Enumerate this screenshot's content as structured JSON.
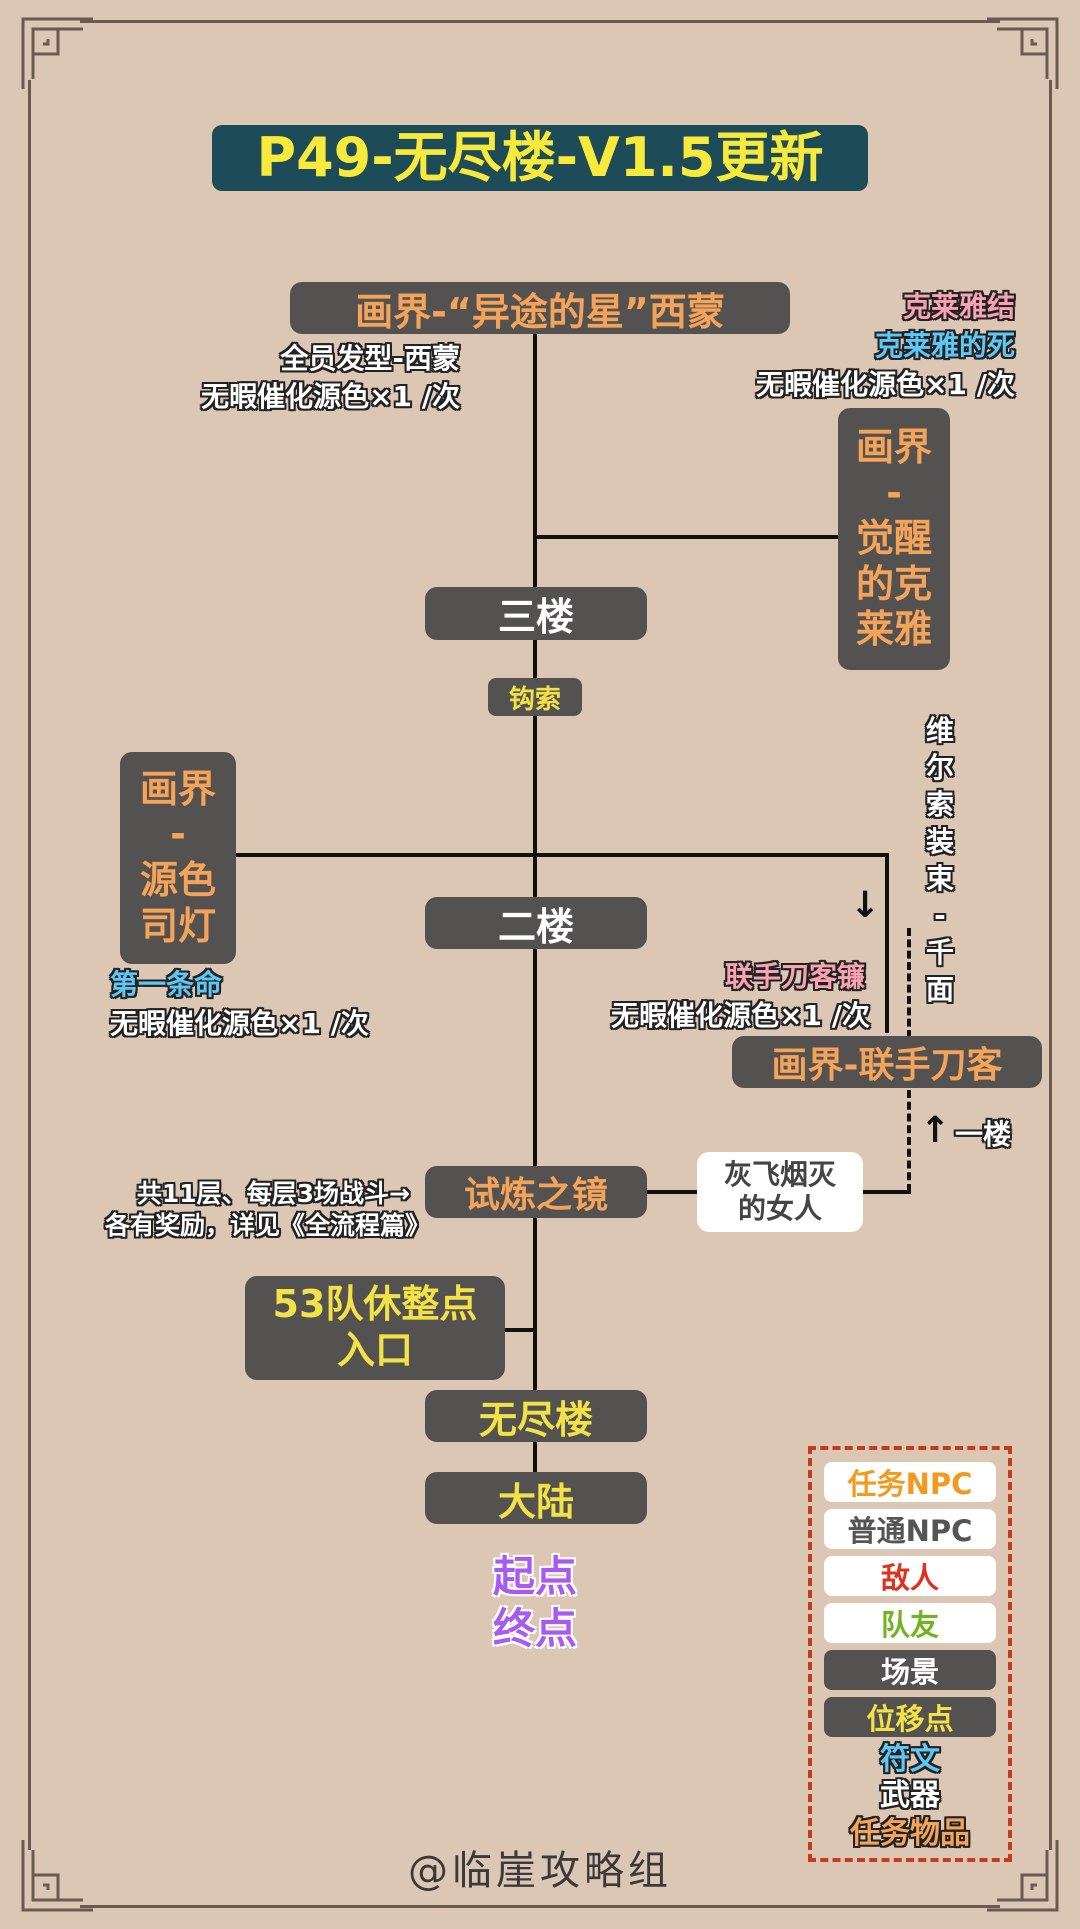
{
  "title": "P49-无尽楼-V1.5更新",
  "nodes": {
    "top_scene": "画界-“异途的星”西蒙",
    "right_scene": "画界\n-\n觉醒\n的克\n莱雅",
    "floor3": "三楼",
    "hook": "钩索",
    "left_scene": "画界\n-\n源色\n司灯",
    "floor2": "二楼",
    "vertical_label": "维\n尔\n索\n装\n束\n-\n千\n面",
    "allied_scene": "画界-联手刀客",
    "floor1": "一楼",
    "trial_mirror": "试炼之镜",
    "ash_woman": "灰飞烟灭\n的女人",
    "rest_point": "53队休整点\n入口",
    "endless_tower": "无尽楼",
    "continent": "大陆",
    "start_end": "起点\n终点"
  },
  "notes": {
    "top_left_1": "全员发型-西蒙",
    "top_left_2": "无暇催化源色×1 /次",
    "top_right_1": "克莱雅结",
    "top_right_2": "克莱雅的死",
    "top_right_3": "无暇催化源色×1 /次",
    "left_1": "第一条命",
    "left_2": "无暇催化源色×1 /次",
    "mid_right_1": "联手刀客镰",
    "mid_right_2": "无暇催化源色×1 /次",
    "trial_1": "共11层、每层3场战斗→",
    "trial_2": "各有奖励，详见《全流程篇》"
  },
  "arrows": {
    "down": "↓",
    "up": "↑"
  },
  "legend": [
    {
      "label": "任务NPC",
      "color": "#f39a1e",
      "bg": "#ffffff"
    },
    {
      "label": "普通NPC",
      "color": "#555555",
      "bg": "#ffffff"
    },
    {
      "label": "敌人",
      "color": "#e0301e",
      "bg": "#ffffff"
    },
    {
      "label": "队友",
      "color": "#72b321",
      "bg": "#ffffff"
    },
    {
      "label": "场景",
      "color": "#ffffff",
      "bg": "#545250"
    },
    {
      "label": "位移点",
      "color": "#f2e248",
      "bg": "#545250"
    },
    {
      "label": "符文",
      "color": "#5ec7f3",
      "bg": "transparent"
    },
    {
      "label": "武器",
      "color": "#ffffff",
      "bg": "transparent"
    },
    {
      "label": "任务物品",
      "color": "#f4a35a",
      "bg": "transparent"
    }
  ],
  "signature": "@临崖攻略组"
}
